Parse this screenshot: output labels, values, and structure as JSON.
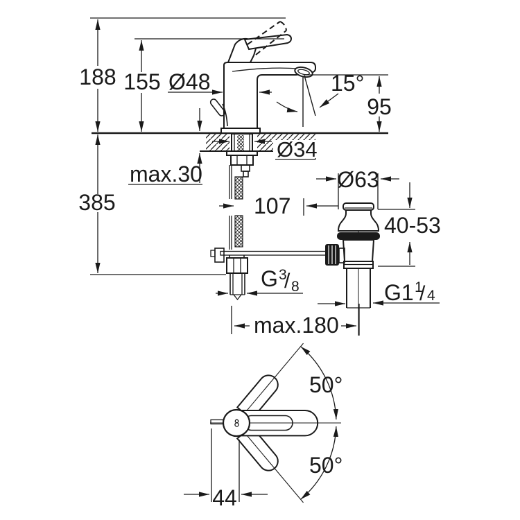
{
  "labels": {
    "overall_height": "188",
    "body_height": "155",
    "body_diameter": "Ø48",
    "spray_angle": "15°",
    "spout_height": "95",
    "hole_diameter": "Ø34",
    "max_deck": "max.30",
    "under_height": "385",
    "spout_reach": "107",
    "waste_cap_diameter": "Ø63",
    "waste_height_range": "40-53",
    "supply_g": "G",
    "supply_num": "3",
    "supply_slash": "/",
    "supply_den": "8",
    "waste_g": "G1",
    "waste_num": "1",
    "waste_slash": "/",
    "waste_den": "4",
    "max_waste_offset": "max.180",
    "swing_upper": "50°",
    "swing_lower": "50°",
    "handle_width": "44"
  }
}
